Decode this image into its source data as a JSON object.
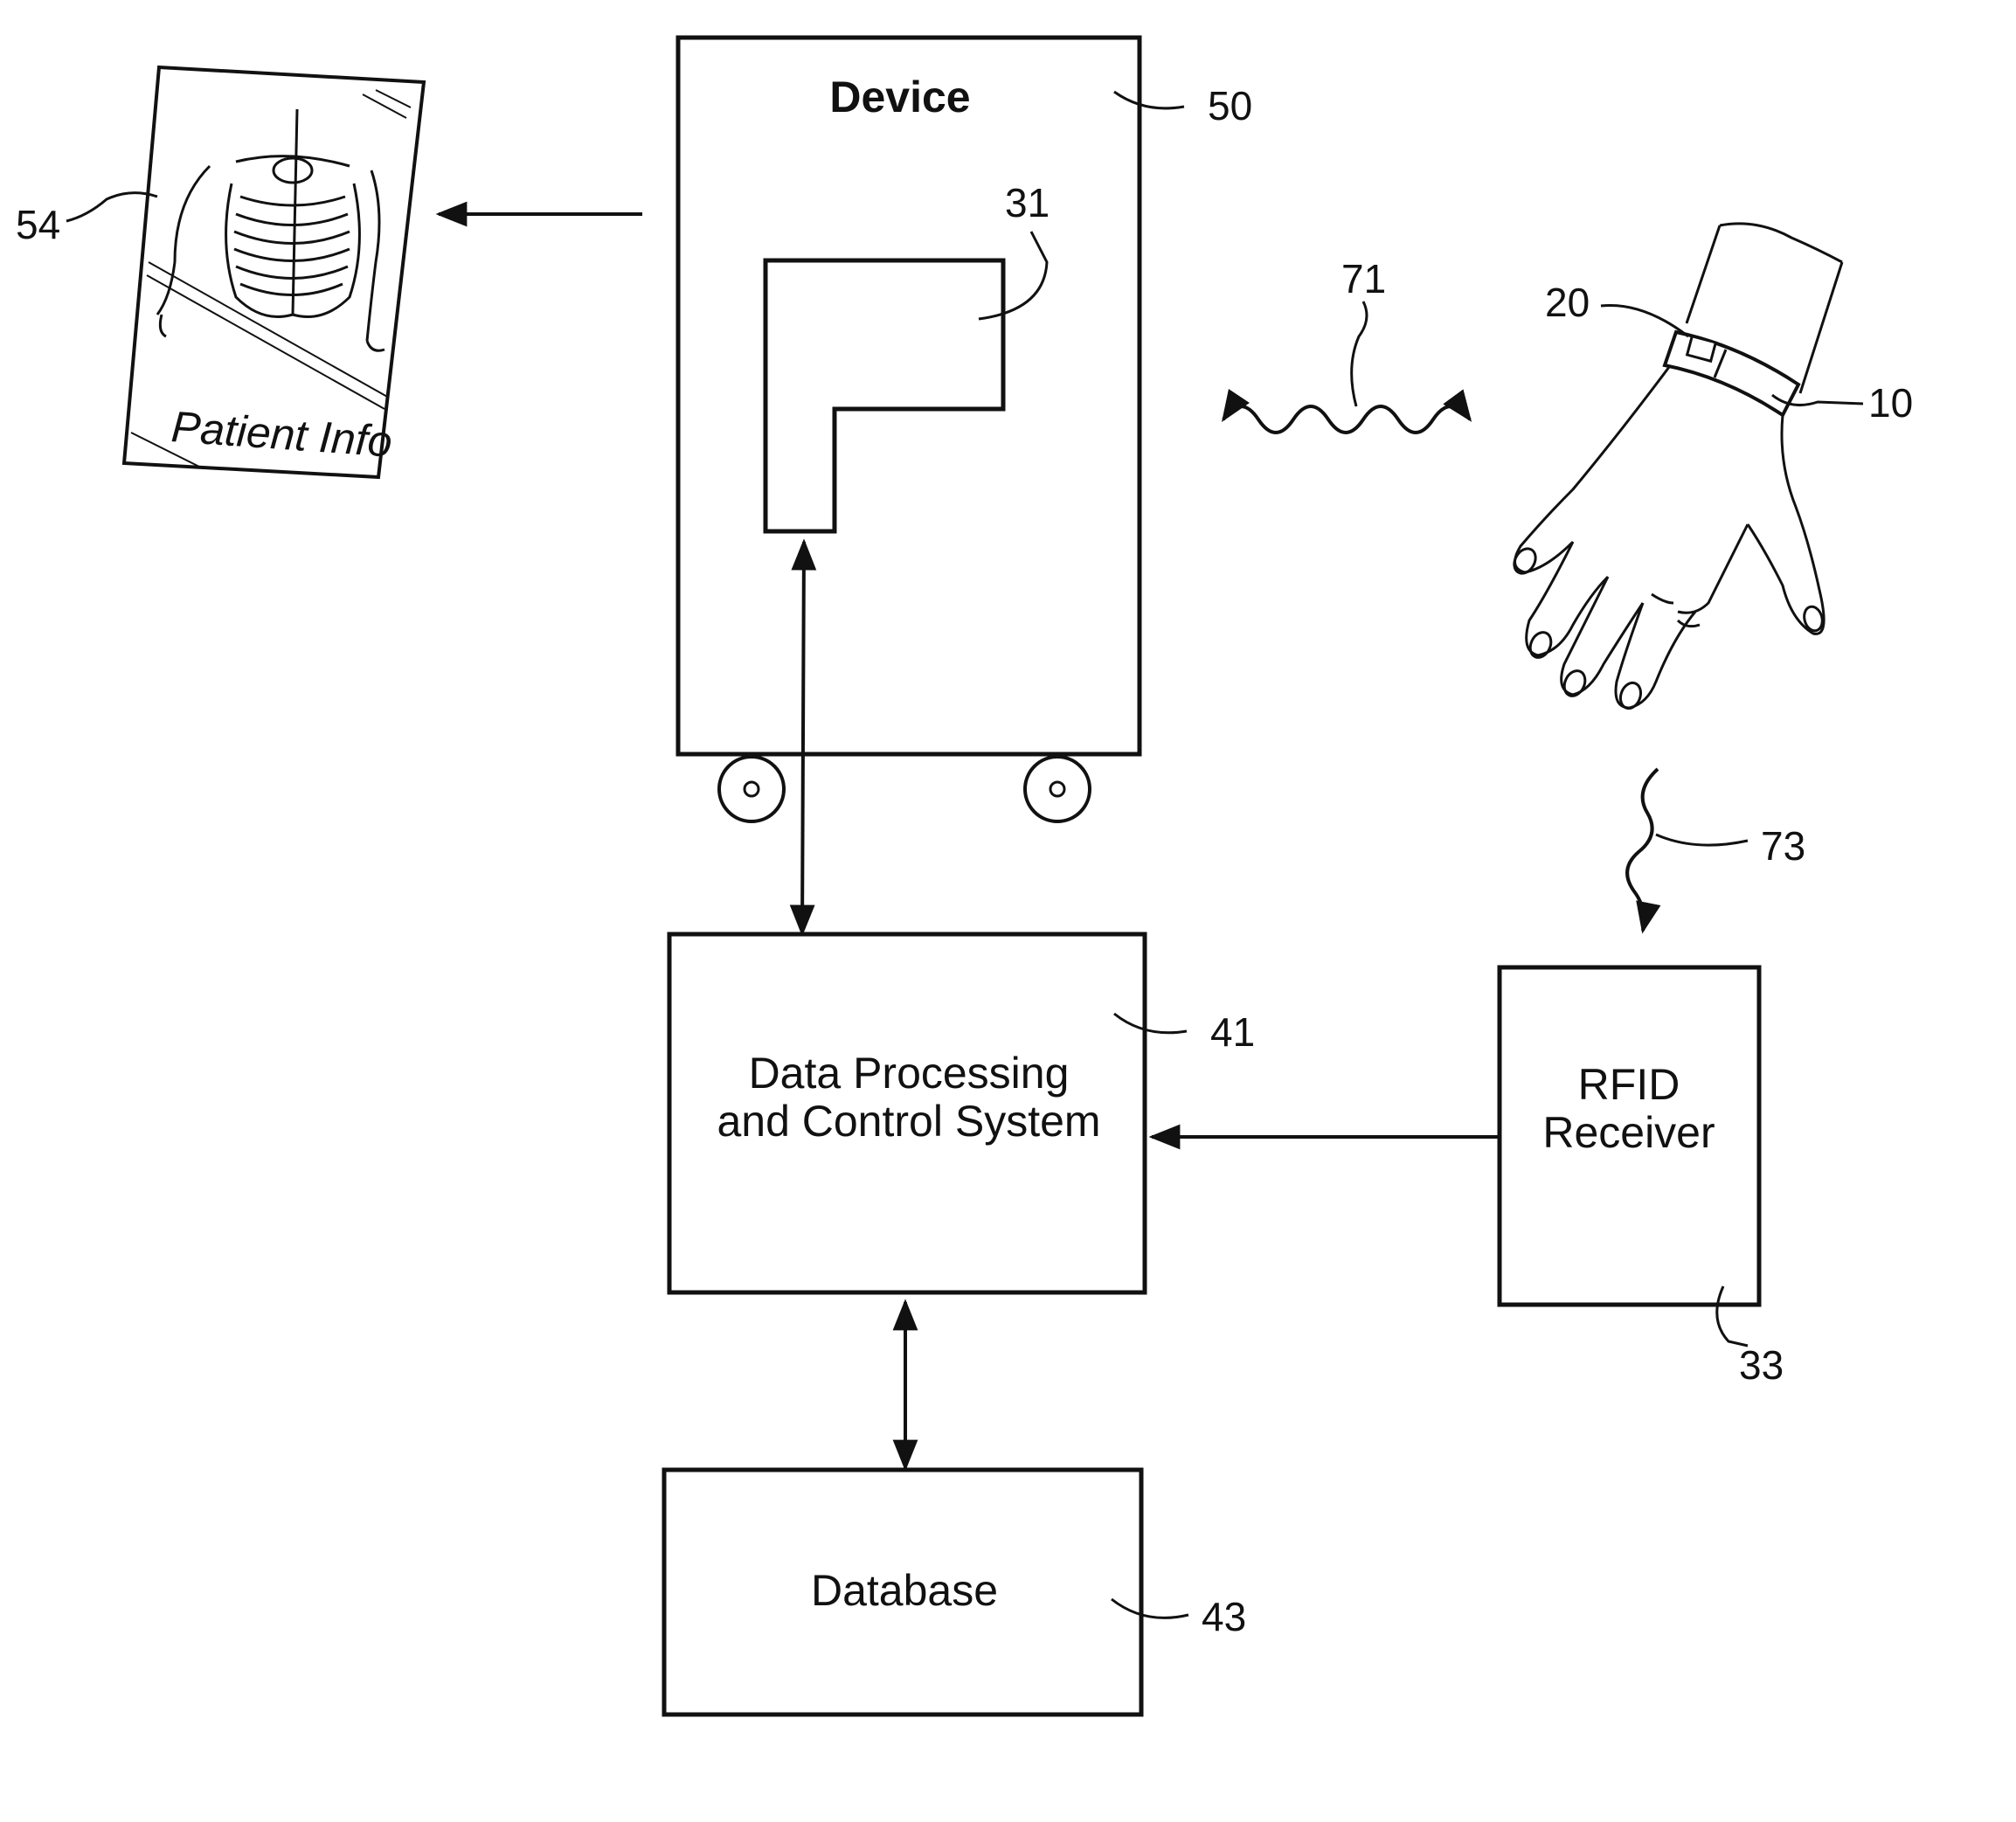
{
  "diagram": {
    "device": {
      "title": "Device",
      "ref": "50"
    },
    "component": {
      "ref": "31"
    },
    "patient_info": {
      "label": "Patient Info",
      "ref": "54"
    },
    "wireless_link": {
      "ref": "71"
    },
    "wristband": {
      "tag_ref": "20",
      "band_ref": "10"
    },
    "rfid_signal": {
      "ref": "73"
    },
    "data_processing": {
      "line1": "Data Processing",
      "line2": "and Control System",
      "ref": "41"
    },
    "rfid_receiver": {
      "line1": "RFID",
      "line2": "Receiver",
      "ref": "33"
    },
    "database": {
      "label": "Database",
      "ref": "43"
    }
  }
}
